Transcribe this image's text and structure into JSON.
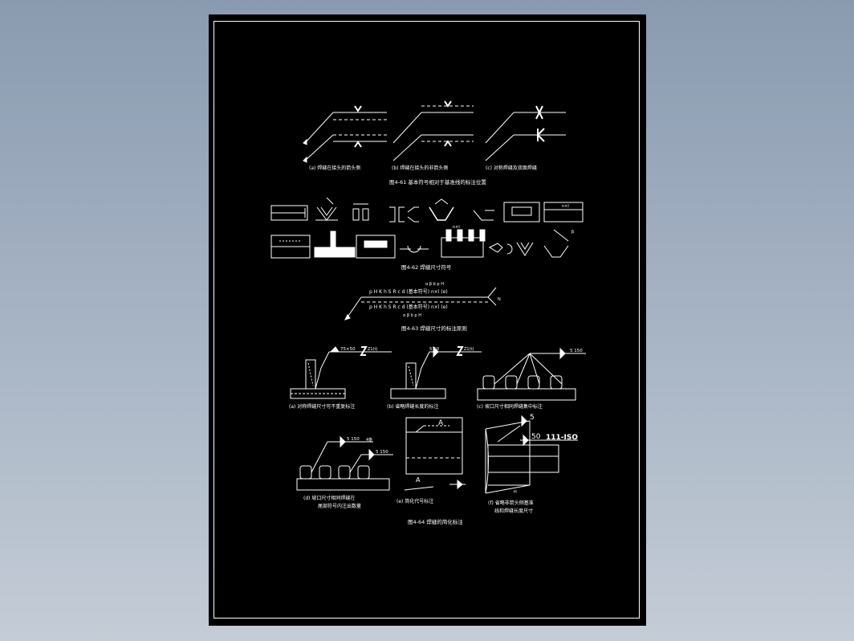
{
  "sheet": {
    "background": "#000000",
    "line_color": "#ffffff"
  },
  "fig1": {
    "caption_a": "(a) 焊缝在接头的箭头侧",
    "caption_b": "(b) 焊缝在接头的非箭头侧",
    "caption_c": "(c) 对称焊缝及双面焊缝",
    "title": "图4-61  基本符号相对于基准线的标注位置"
  },
  "fig2": {
    "title": "图4-62  焊缝尺寸符号"
  },
  "fig3": {
    "marks_top": "α β b p H",
    "line_upper": "p H K h S R c d (基本符号) n×l (e)",
    "line_lower": "p H K h S R c d (基本符号) n×l (e)",
    "marks_bottom": "α β b p H",
    "tail": "N",
    "title": "图4-63  焊缝尺寸的标注原则"
  },
  "fig4": {
    "a_dim": "75×50",
    "a_tail": "Z1(t)",
    "a_caption": "(a) 对称焊缝尺寸可不重复标注",
    "b_dim": "5 50",
    "b_tail": "Z1(t)",
    "b_caption": "(b) 省略焊缝长度的标注",
    "c_dim": "5 150",
    "c_caption": "(c) 坡口尺寸相同焊缝集中标注",
    "d_dim1": "5 150",
    "d_count": "4条",
    "d_dim2": "5 150",
    "d_caption_1": "(d) 坡口尺寸相同焊缝在",
    "d_caption_2": "尾部符号内注出数量",
    "e_label_top": "A",
    "e_label_bottom": "A",
    "e_caption": "(e) 简化代号标注",
    "f_num": "5",
    "f_dim": "50",
    "f_code": "111-ISO",
    "f_letter": "H",
    "f_caption_1": "(f) 省略非箭头侧基准",
    "f_caption_2": "线和焊缝长度尺寸",
    "title": "图4-64  焊缝的简化标注"
  }
}
